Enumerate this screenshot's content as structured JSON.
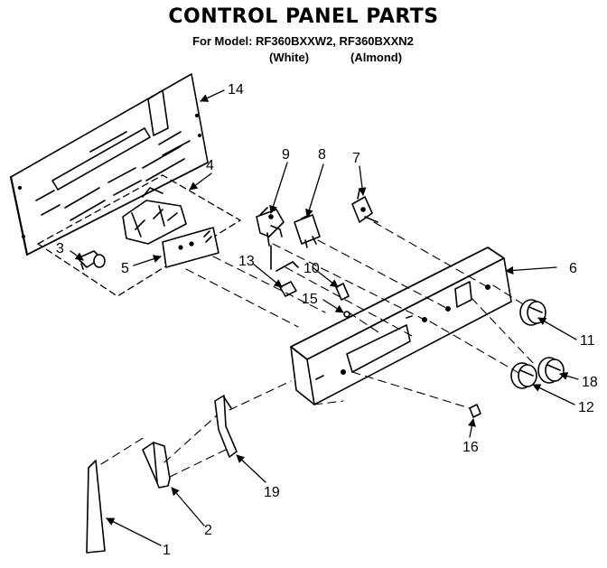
{
  "header": {
    "title": "CONTROL PANEL PARTS",
    "model_line": "For Model: RF360BXXW2, RF360BXXN2",
    "variant_1": "(White)",
    "variant_2": "(Almond)"
  },
  "callouts": {
    "c1": "1",
    "c2": "2",
    "c3": "3",
    "c4": "4",
    "c5": "5",
    "c6": "6",
    "c7": "7",
    "c8": "8",
    "c9": "9",
    "c10": "10",
    "c11": "11",
    "c12": "12",
    "c13": "13",
    "c14": "14",
    "c15": "15",
    "c16": "16",
    "c18": "18",
    "c19": "19"
  }
}
